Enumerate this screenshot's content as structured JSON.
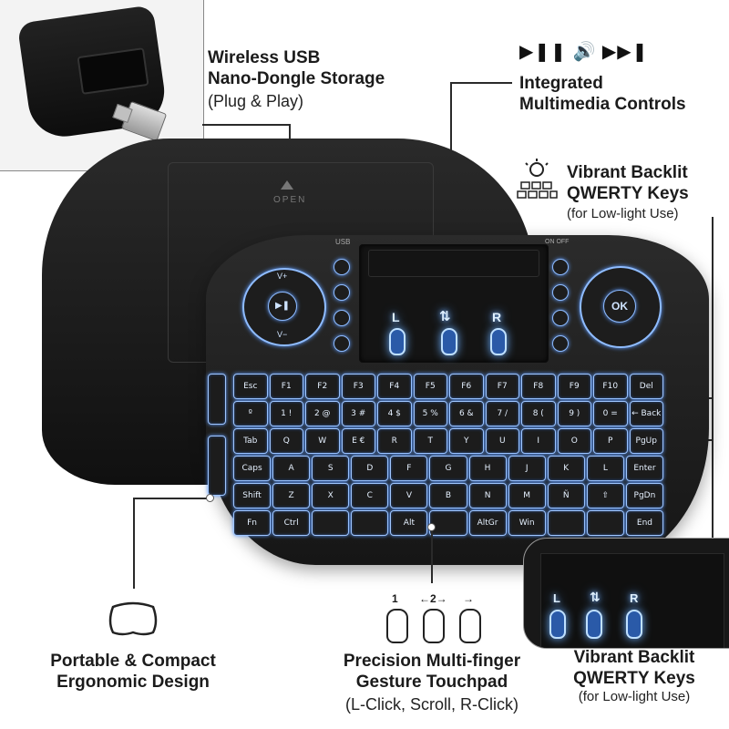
{
  "features": {
    "dongle": {
      "title_line1": "Wireless USB",
      "title_line2": "Nano-Dongle Storage",
      "sub": "(Plug & Play)"
    },
    "multimedia": {
      "title_line1": "Integrated",
      "title_line2": "Multimedia Controls",
      "icons": "▶❚❚ 🔊 ▶▶❚"
    },
    "backlit_top": {
      "title_line1": "Vibrant Backlit",
      "title_line2": "QWERTY Keys",
      "sub": "(for Low-light Use)"
    },
    "ergonomic": {
      "title_line1": "Portable & Compact",
      "title_line2": "Ergonomic Design"
    },
    "touchpad": {
      "title_line1": "Precision Multi-finger",
      "title_line2": "Gesture Touchpad",
      "sub": "(L-Click, Scroll, R-Click)",
      "gesture_nums": [
        "1",
        "←2→",
        "→"
      ]
    },
    "backlit_bottom": {
      "title_line1": "Vibrant Backlit",
      "title_line2": "QWERTY Keys",
      "sub": "(for Low-light Use)"
    }
  },
  "keyboard": {
    "labels": {
      "usb": "USB",
      "on_off": "ON OFF",
      "open": "OPEN",
      "v_plus": "V+",
      "v_minus": "V−",
      "ok": "OK"
    },
    "touchpad_letters": {
      "left": "L",
      "scroll": "⇅",
      "right": "R"
    },
    "rows": [
      [
        "Esc",
        "F1",
        "F2",
        "F3",
        "F4",
        "F5",
        "F6",
        "F7",
        "F8",
        "F9",
        "F10",
        "Del"
      ],
      [
        "º",
        "1 !",
        "2 @",
        "3 #",
        "4 $",
        "5 %",
        "6 &",
        "7 /",
        "8 (",
        "9 )",
        "0 =",
        "← Back"
      ],
      [
        "Tab",
        "Q",
        "W",
        "E €",
        "R",
        "T",
        "Y",
        "U",
        "I",
        "O",
        "P",
        "PgUp"
      ],
      [
        "Caps",
        "A",
        "S",
        "D",
        "F",
        "G",
        "H",
        "J",
        "K",
        "L",
        "Enter"
      ],
      [
        "Shift",
        "Z",
        "X",
        "C",
        "V",
        "B",
        "N",
        "M",
        "Ñ",
        "⇧",
        "PgDn"
      ],
      [
        "Fn",
        "Ctrl",
        "",
        "",
        "Alt",
        "",
        "AltGr",
        "Win",
        "",
        "",
        "End"
      ]
    ]
  },
  "inset_touchpad": {
    "left": "L",
    "scroll": "⇅",
    "right": "R"
  },
  "colors": {
    "accent_glow": "#5d9bff",
    "key_border": "#9fc6ff",
    "body": "#1b1b1b"
  }
}
